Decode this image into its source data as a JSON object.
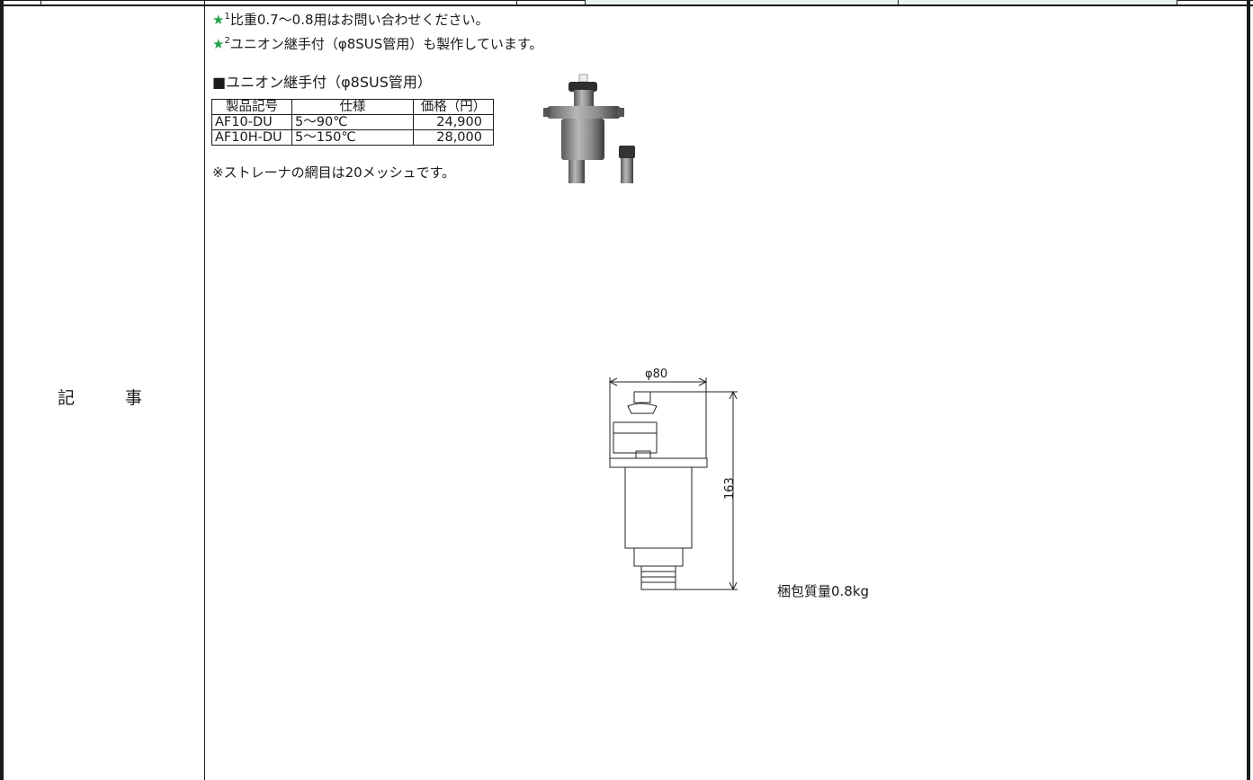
{
  "section_label": {
    "char1": "記",
    "char2": "事"
  },
  "notes": [
    {
      "star": "★",
      "num": "1",
      "text": "比重0.7～0.8用はお問い合わせください。"
    },
    {
      "star": "★",
      "num": "2",
      "text": "ユニオン継手付（φ8SUS管用）も製作しています。"
    }
  ],
  "union": {
    "title": "■ユニオン継手付（φ8SUS管用）",
    "headers": [
      "製品記号",
      "仕様",
      "価格（円）"
    ],
    "rows": [
      [
        "AF10-DU",
        "5～90℃",
        "24,900"
      ],
      [
        "AF10H-DU",
        "5～150℃",
        "28,000"
      ]
    ],
    "footnote": "※ストレーナの網目は20メッシュです。"
  },
  "drawing": {
    "diameter_label": "φ80",
    "height_label": "163",
    "weight_label": "梱包質量0.8kg"
  },
  "colors": {
    "star": "#22a24a",
    "line": "#1a1a1a",
    "top_cell_tint": "#e9f4ef"
  }
}
